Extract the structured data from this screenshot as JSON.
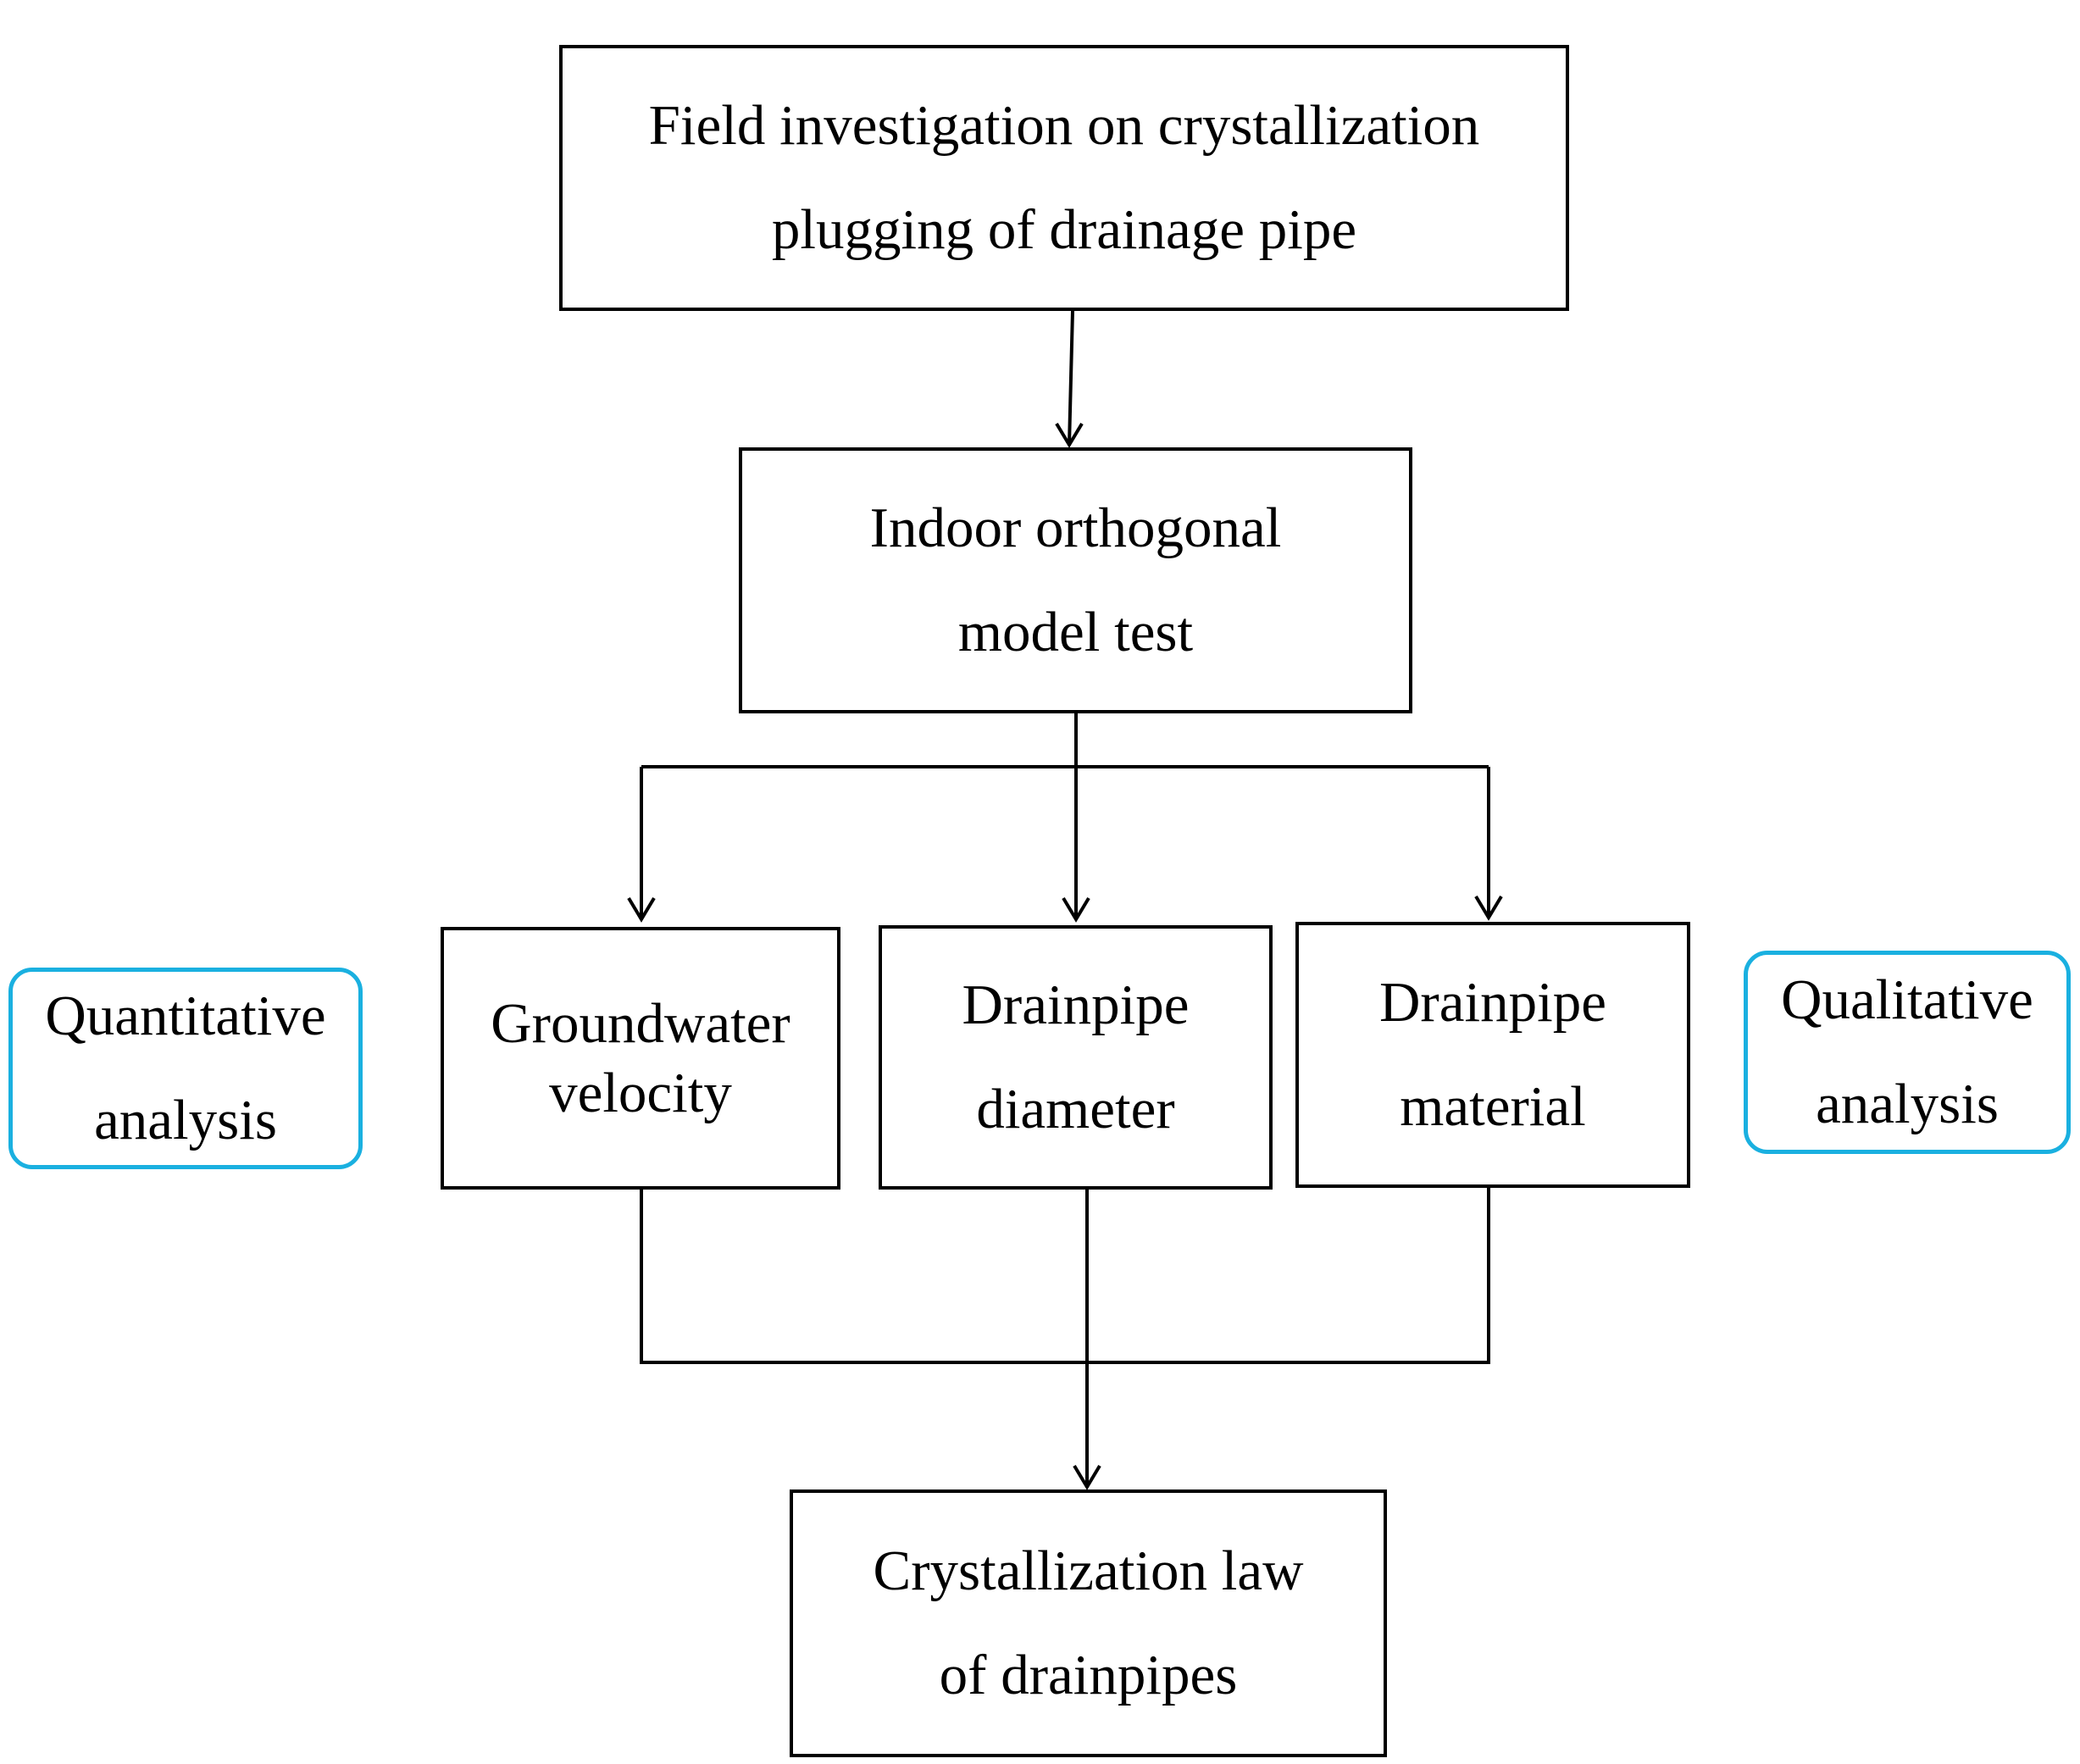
{
  "diagram": {
    "boxes": {
      "field_investigation": {
        "lines": [
          "Field investigation on crystallization",
          "plugging of drainage pipe"
        ]
      },
      "indoor_test": {
        "lines": [
          "Indoor orthogonal",
          "model test"
        ]
      },
      "groundwater_velocity": {
        "lines": [
          "Groundwater",
          "velocity"
        ]
      },
      "drainpipe_diameter": {
        "lines": [
          "Drainpipe",
          "diameter"
        ]
      },
      "drainpipe_material": {
        "lines": [
          "Drainpipe",
          "material"
        ]
      },
      "crystallization_law": {
        "lines": [
          "Crystallization law",
          "of drainpipes"
        ]
      },
      "quantitative_analysis": {
        "lines": [
          "Quantitative",
          "analysis"
        ]
      },
      "qualitative_analysis": {
        "lines": [
          "Qualitative",
          "analysis"
        ]
      }
    },
    "colors": {
      "box_border": "#000000",
      "analysis_border": "#1ab0e0",
      "connector": "#000000"
    }
  }
}
